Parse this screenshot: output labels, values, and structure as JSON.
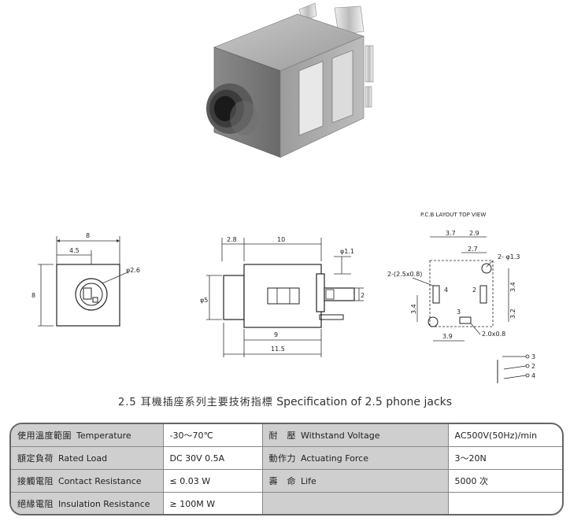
{
  "photo": {
    "alt": "2.5 phone jack product photo"
  },
  "front_view": {
    "width": "8",
    "offset": "4.5",
    "height": "8",
    "hole": "φ2.6"
  },
  "side_view": {
    "offset": "2.8",
    "length": "10",
    "pin": "φ1.1",
    "diameter": "φ5",
    "gap": "2",
    "inner": "9",
    "total": "11.5"
  },
  "pcb": {
    "title": "P.C.B LAYOUT    TOP VIEW",
    "d37": "3.7",
    "d29": "2.9",
    "d27": "2.7",
    "holes": "2- φ1.3",
    "slots": "2-(2.5x0.8)",
    "d34a": "3.4",
    "d32": "3.2",
    "d34b": "3.4",
    "d39": "3.9",
    "d208": "2.0x0.8",
    "pin4": "4",
    "pin2": "2",
    "pin3": "3"
  },
  "schematic": {
    "p3": "3",
    "p2": "2",
    "p4": "4"
  },
  "spec": {
    "title_zh": "2.5 耳機插座系列主要技術指標",
    "title_en": "Specification of 2.5 phone jacks",
    "rows": [
      {
        "l_zh": "使用溫度範圍",
        "l_en": "Temperature",
        "l_val": "-30～70℃",
        "r_zh": "耐　壓",
        "r_en": "Withstand Voltage",
        "r_val": "AC500V(50Hz)/min"
      },
      {
        "l_zh": "額定負荷",
        "l_en": "Rated Load",
        "l_val": "DC  30V  0.5A",
        "r_zh": "動作力",
        "r_en": "Actuating Force",
        "r_val": "3～20N"
      },
      {
        "l_zh": "接觸電阻",
        "l_en": "Contact Resistance",
        "l_val": "≤ 0.03 W",
        "r_zh": "壽　命",
        "r_en": "Life",
        "r_val": "5000 次"
      },
      {
        "l_zh": "絕緣電阻",
        "l_en": "Insulation Resistance",
        "l_val": "≥ 100M W",
        "r_zh": "",
        "r_en": "",
        "r_val": ""
      }
    ]
  }
}
